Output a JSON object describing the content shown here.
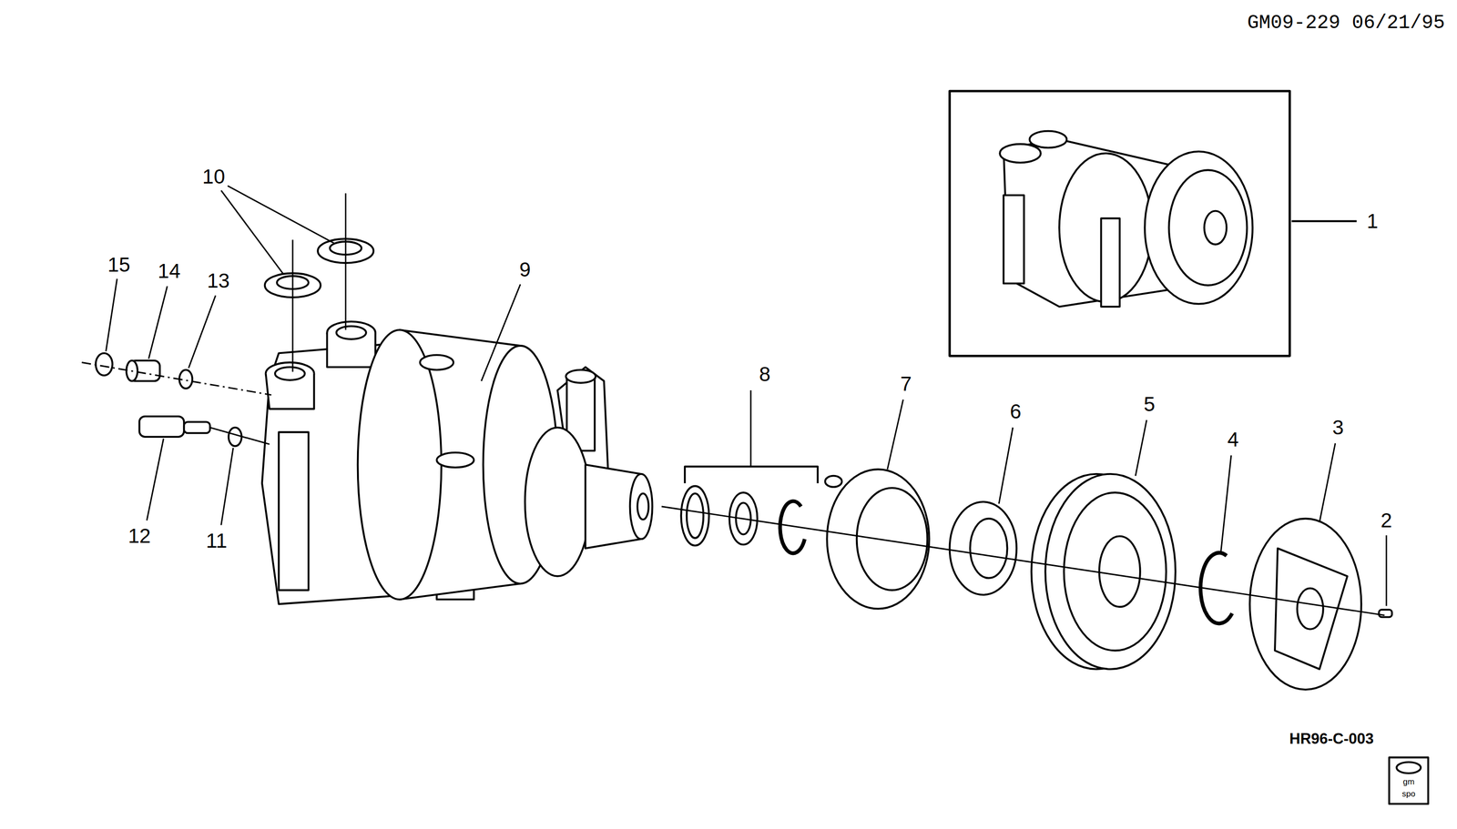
{
  "diagram": {
    "labels": [
      "GM09-229 06/21/95",
      "10",
      "15",
      "14",
      "13",
      "9",
      "8",
      "7",
      "6",
      "5",
      "4",
      "3",
      "2",
      "1",
      "12",
      "11",
      "HR96-C-003",
      "gm",
      "spo"
    ]
  }
}
